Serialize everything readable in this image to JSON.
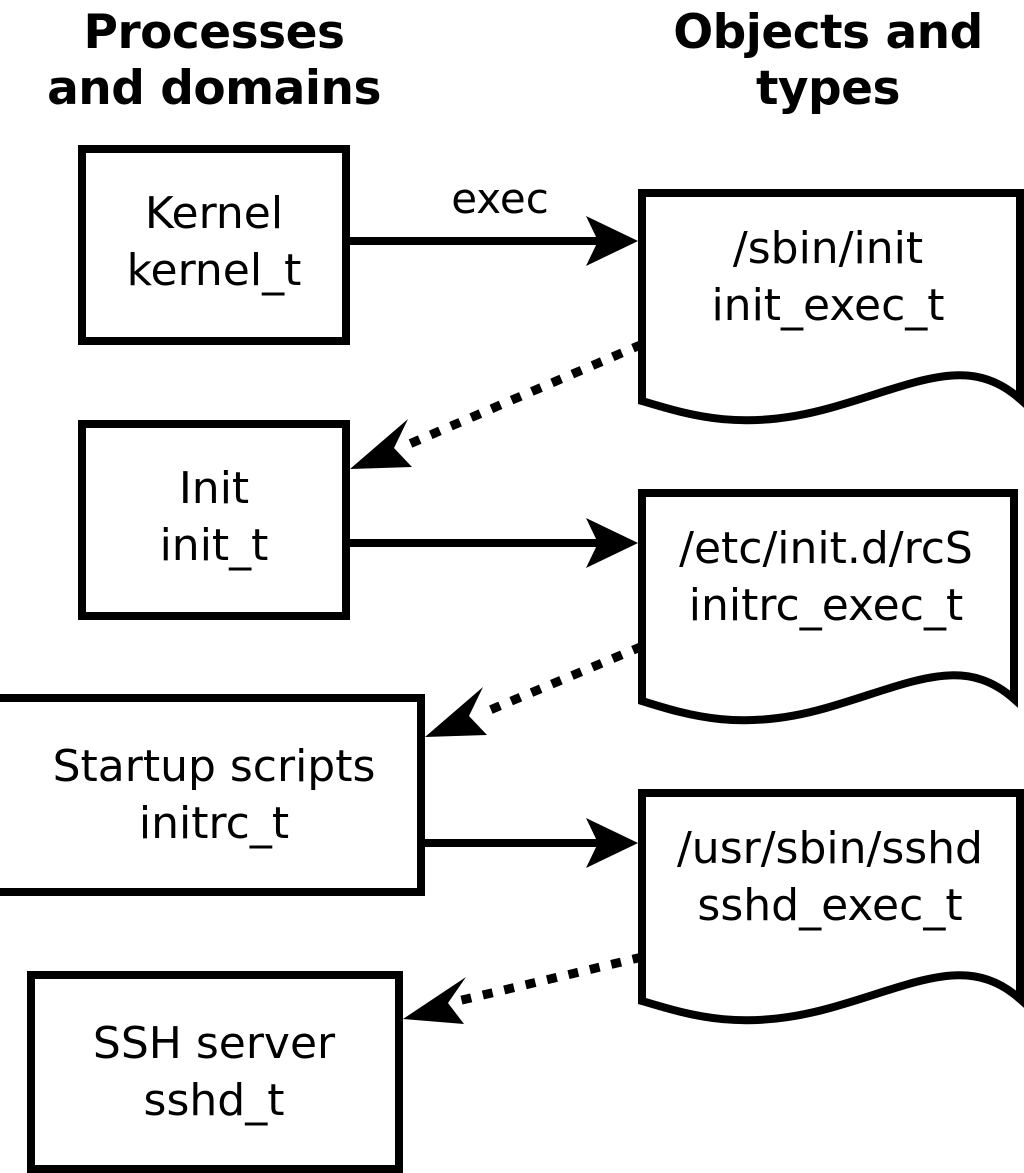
{
  "diagram": {
    "title_left": "Processes\nand domains",
    "columns": {
      "left_header_line1": "Processes",
      "left_header_line2": "and domains",
      "right_header_line1": "Objects and",
      "right_header_line2": "types"
    },
    "colors": {
      "stroke": "#000000",
      "fill": "#ffffff",
      "background": "#ffffff"
    },
    "process_nodes": [
      {
        "id": "kernel",
        "line1": "Kernel",
        "line2": "kernel_t"
      },
      {
        "id": "init",
        "line1": "Init",
        "line2": "init_t"
      },
      {
        "id": "initrc",
        "line1": "Startup scripts",
        "line2": "initrc_t"
      },
      {
        "id": "sshd",
        "line1": "SSH server",
        "line2": "sshd_t"
      }
    ],
    "object_nodes": [
      {
        "id": "init_exec",
        "line1": "/sbin/init",
        "line2": "init_exec_t"
      },
      {
        "id": "initrc_exec",
        "line1": "/etc/init.d/rcS",
        "line2": "initrc_exec_t"
      },
      {
        "id": "sshd_exec",
        "line1": "/usr/sbin/sshd",
        "line2": "sshd_exec_t"
      }
    ],
    "edges": [
      {
        "id": "e1",
        "from": "kernel",
        "to": "init_exec",
        "style": "solid",
        "label": "exec"
      },
      {
        "id": "e2",
        "from": "init_exec",
        "to": "init",
        "style": "dotted",
        "label": ""
      },
      {
        "id": "e3",
        "from": "init",
        "to": "initrc_exec",
        "style": "solid",
        "label": ""
      },
      {
        "id": "e4",
        "from": "initrc_exec",
        "to": "initrc",
        "style": "dotted",
        "label": ""
      },
      {
        "id": "e5",
        "from": "initrc",
        "to": "sshd_exec",
        "style": "solid",
        "label": ""
      },
      {
        "id": "e6",
        "from": "sshd_exec",
        "to": "sshd",
        "style": "dotted",
        "label": ""
      }
    ]
  }
}
